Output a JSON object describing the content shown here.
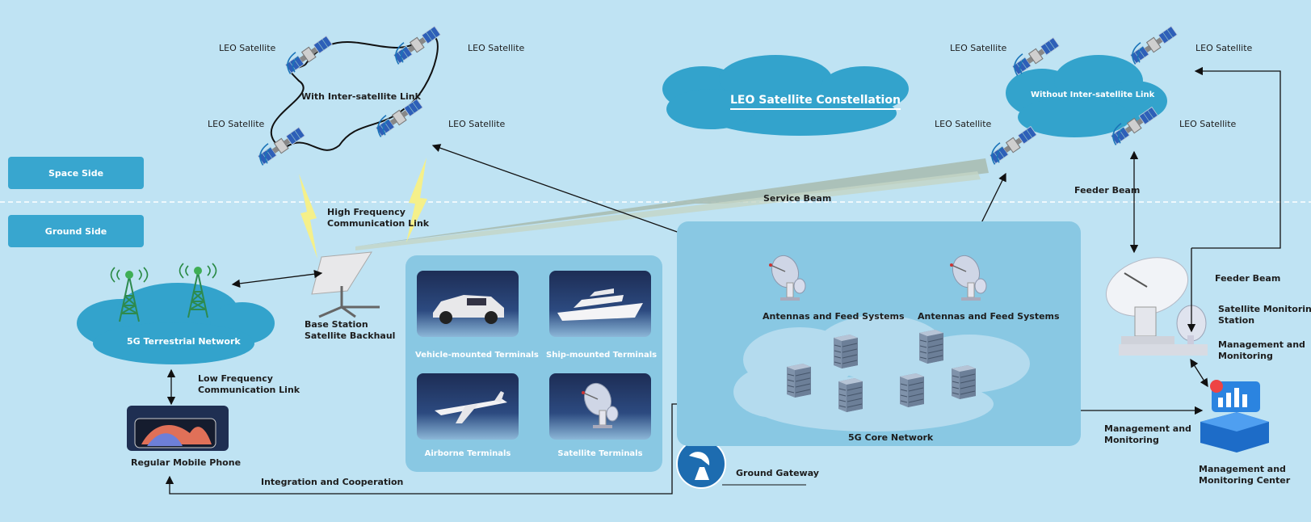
{
  "sides": {
    "space": "Space Side",
    "ground": "Ground Side"
  },
  "constellation": {
    "title": "LEO Satellite Constellation",
    "with_isl": "With Inter-satellite Link",
    "without_isl": "Without Inter-satellite Link",
    "satellite_label": "LEO Satellite"
  },
  "links": {
    "high_freq_1": "High Frequency",
    "high_freq_2": "Communication Link",
    "low_freq_1": "Low Frequency",
    "low_freq_2": "Communication Link",
    "service_beam": "Service Beam",
    "feeder_beam": "Feeder Beam",
    "integration": "Integration and Cooperation"
  },
  "ground": {
    "terrestrial": "5G Terrestrial Network",
    "phone": "Regular Mobile Phone",
    "base_station_1": "Base Station",
    "base_station_2": "Satellite Backhaul",
    "antennas": "Antennas and Feed Systems",
    "core": "5G Core Network",
    "gateway": "Ground Gateway",
    "mon_station_1": "Satellite Monitoring",
    "mon_station_2": "Station",
    "mgmt_1": "Management and",
    "mgmt_2": "Monitoring",
    "center_1": "Management and",
    "center_2": "Monitoring Center"
  },
  "terminals": {
    "vehicle": "Vehicle-mounted Terminals",
    "ship": "Ship-mounted Terminals",
    "airborne": "Airborne Terminals",
    "satellite": "Satellite Terminals"
  }
}
